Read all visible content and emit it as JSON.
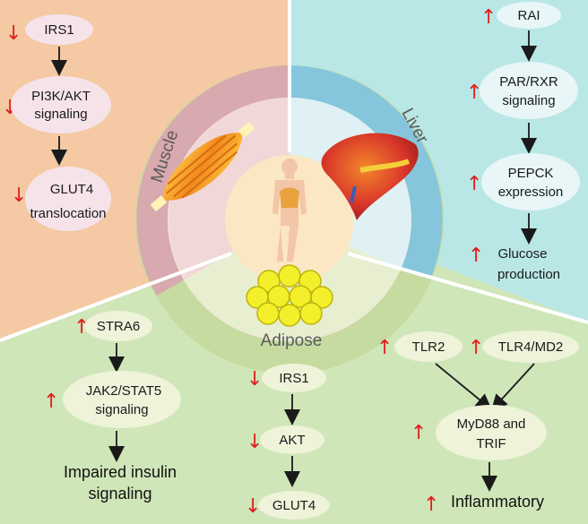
{
  "colors": {
    "muscle_bg": "#f4c9a3",
    "liver_bg": "#b9e7e6",
    "adipose_bg": "#cfe6b9",
    "muscle_ring": "#d8a9ae",
    "liver_ring": "#86c6dd",
    "adipose_ring": "#c6dba0",
    "center": "#fbe7c4",
    "up_arrow": "#e01d1d",
    "down_arrow": "#e01d1d",
    "node_fill": "#f6e3ea",
    "liver_node_fill": "#e8f6f8",
    "adipose_node_fill": "#eef3d9"
  },
  "tissues": {
    "muscle": "Muscle",
    "liver": "Liver",
    "adipose": "Adipose"
  },
  "muscle": {
    "n1": "IRS1",
    "n2_l1": "PI3K/AKT",
    "n2_l2": "signaling",
    "n3_l1": "GLUT4",
    "n3_l2": "translocation"
  },
  "liver": {
    "n1": "RAI",
    "n2_l1": "PAR/RXR",
    "n2_l2": "signaling",
    "n3_l1": "PEPCK",
    "n3_l2": "expression",
    "n4_l1": "Glucose",
    "n4_l2": "production"
  },
  "adipose_left": {
    "n1": "STRA6",
    "n2_l1": "JAK2/STAT5",
    "n2_l2": "signaling",
    "n3_l1": "Impaired insulin",
    "n3_l2": "signaling"
  },
  "adipose_mid": {
    "n1": "IRS1",
    "n2": "AKT",
    "n3": "GLUT4"
  },
  "adipose_right": {
    "n1": "TLR2",
    "n2": "TLR4/MD2",
    "n3_l1": "MyD88 and",
    "n3_l2": "TRIF",
    "n4": "Inflammatory"
  }
}
